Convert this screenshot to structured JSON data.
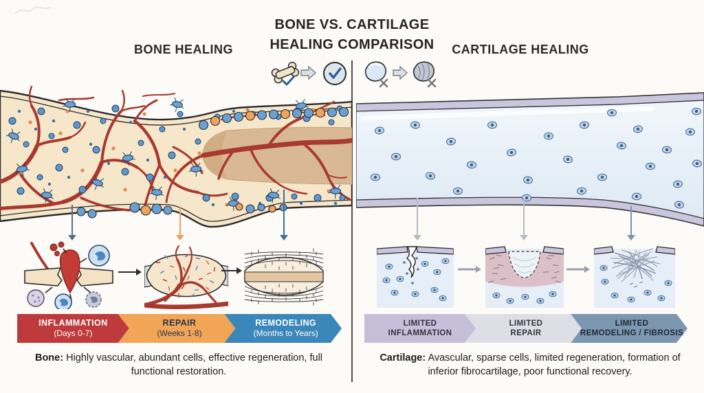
{
  "title": {
    "line1": "BONE VS. CARTILAGE",
    "line2": "HEALING COMPARISON"
  },
  "left": {
    "header": "BONE HEALING",
    "outcome_icons": {
      "subject": "bone",
      "subject_mark": "check",
      "result": "check-in-circle"
    },
    "timeline": [
      {
        "label": "INFLAMMATION",
        "sublabel": "(Days 0-7)",
        "color": "#bf3a3c",
        "text_color": "#ffffff"
      },
      {
        "label": "REPAIR",
        "sublabel": "(Weeks 1-8)",
        "color": "#f1a557",
        "text_color": "#26354a"
      },
      {
        "label": "REMODELING",
        "sublabel": "(Months to Years)",
        "color": "#3b87ba",
        "text_color": "#ffffff"
      }
    ],
    "caption": {
      "lead": "Bone:",
      "text": "Highly vascular, abundant cells, effective regeneration, full functional restoration."
    }
  },
  "right": {
    "header": "CARTILAGE HEALING",
    "outcome_icons": {
      "subject": "cartilage",
      "subject_mark": "x",
      "result": "damaged-cartilage-x"
    },
    "timeline": [
      {
        "label": "LIMITED",
        "sublabel": "INFLAMMATION",
        "color": "#c6bfd9",
        "text_color": "#32323e"
      },
      {
        "label": "LIMITED",
        "sublabel": "REPAIR",
        "color": "#dce0e6",
        "text_color": "#32323e"
      },
      {
        "label": "LIMITED",
        "sublabel": "REMODELING / FIBROSIS",
        "color": "#7e97b0",
        "text_color": "#1d2936"
      }
    ],
    "caption": {
      "lead": "Cartilage:",
      "text": "Avascular, sparse cells, limited regeneration, formation of inferior fibrocartilage, poor functional recovery."
    }
  }
}
